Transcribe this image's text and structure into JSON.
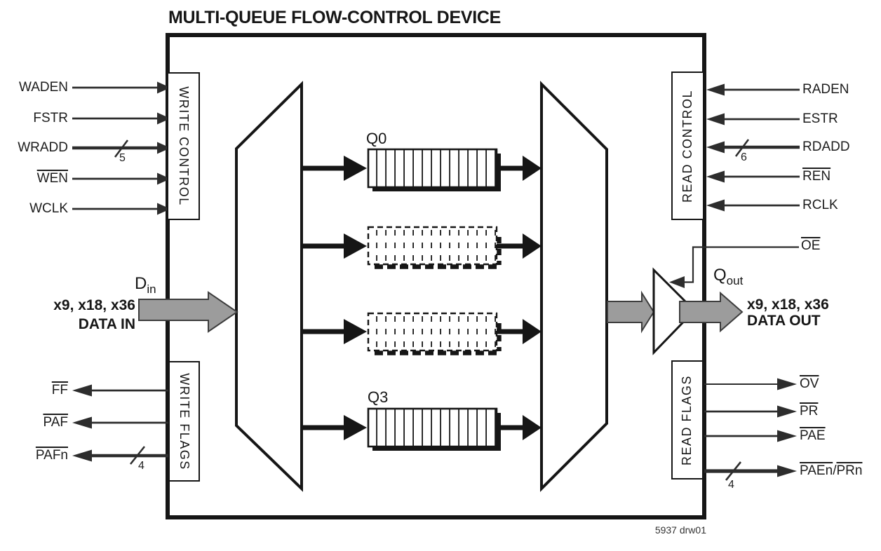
{
  "title": "MULTI-QUEUE FLOW-CONTROL DEVICE",
  "figure_code": "5937 drw01",
  "control_blocks": {
    "write_control": "WRITE CONTROL",
    "write_flags": "WRITE FLAGS",
    "read_control": "READ CONTROL",
    "read_flags": "READ FLAGS"
  },
  "write_control_inputs": [
    {
      "label": "WADEN",
      "overline": false
    },
    {
      "label": "FSTR",
      "overline": false
    },
    {
      "label": "WRADD",
      "overline": false,
      "bus_width": "5"
    },
    {
      "label": "WEN",
      "overline": true
    },
    {
      "label": "WCLK",
      "overline": false
    }
  ],
  "write_flag_outputs": [
    {
      "label": "FF",
      "overline": true
    },
    {
      "label": "PAF",
      "overline": true
    },
    {
      "label": "PAFn",
      "overline": true,
      "bus_width": "4"
    }
  ],
  "read_control_inputs": [
    {
      "label": "RADEN",
      "overline": false
    },
    {
      "label": "ESTR",
      "overline": false
    },
    {
      "label": "RDADD",
      "overline": false,
      "bus_width": "6"
    },
    {
      "label": "REN",
      "overline": true
    },
    {
      "label": "RCLK",
      "overline": false
    }
  ],
  "read_flag_outputs": [
    {
      "label": "OV",
      "overline": true
    },
    {
      "label": "PR",
      "overline": true
    },
    {
      "label": "PAE",
      "overline": true
    },
    {
      "label_a": "PAEn",
      "separator": "/",
      "label_b": "PRn",
      "overline": true,
      "bus_width": "4"
    }
  ],
  "output_enable": {
    "label": "OE",
    "overline": true
  },
  "data_in": {
    "signal": "D",
    "signal_sub": "in",
    "widths": "x9, x18, x36",
    "caption": "DATA IN"
  },
  "data_out": {
    "signal": "Q",
    "signal_sub": "out",
    "widths": "x9, x18, x36",
    "caption": "DATA OUT"
  },
  "queues": {
    "first_label": "Q0",
    "last_label": "Q3"
  }
}
